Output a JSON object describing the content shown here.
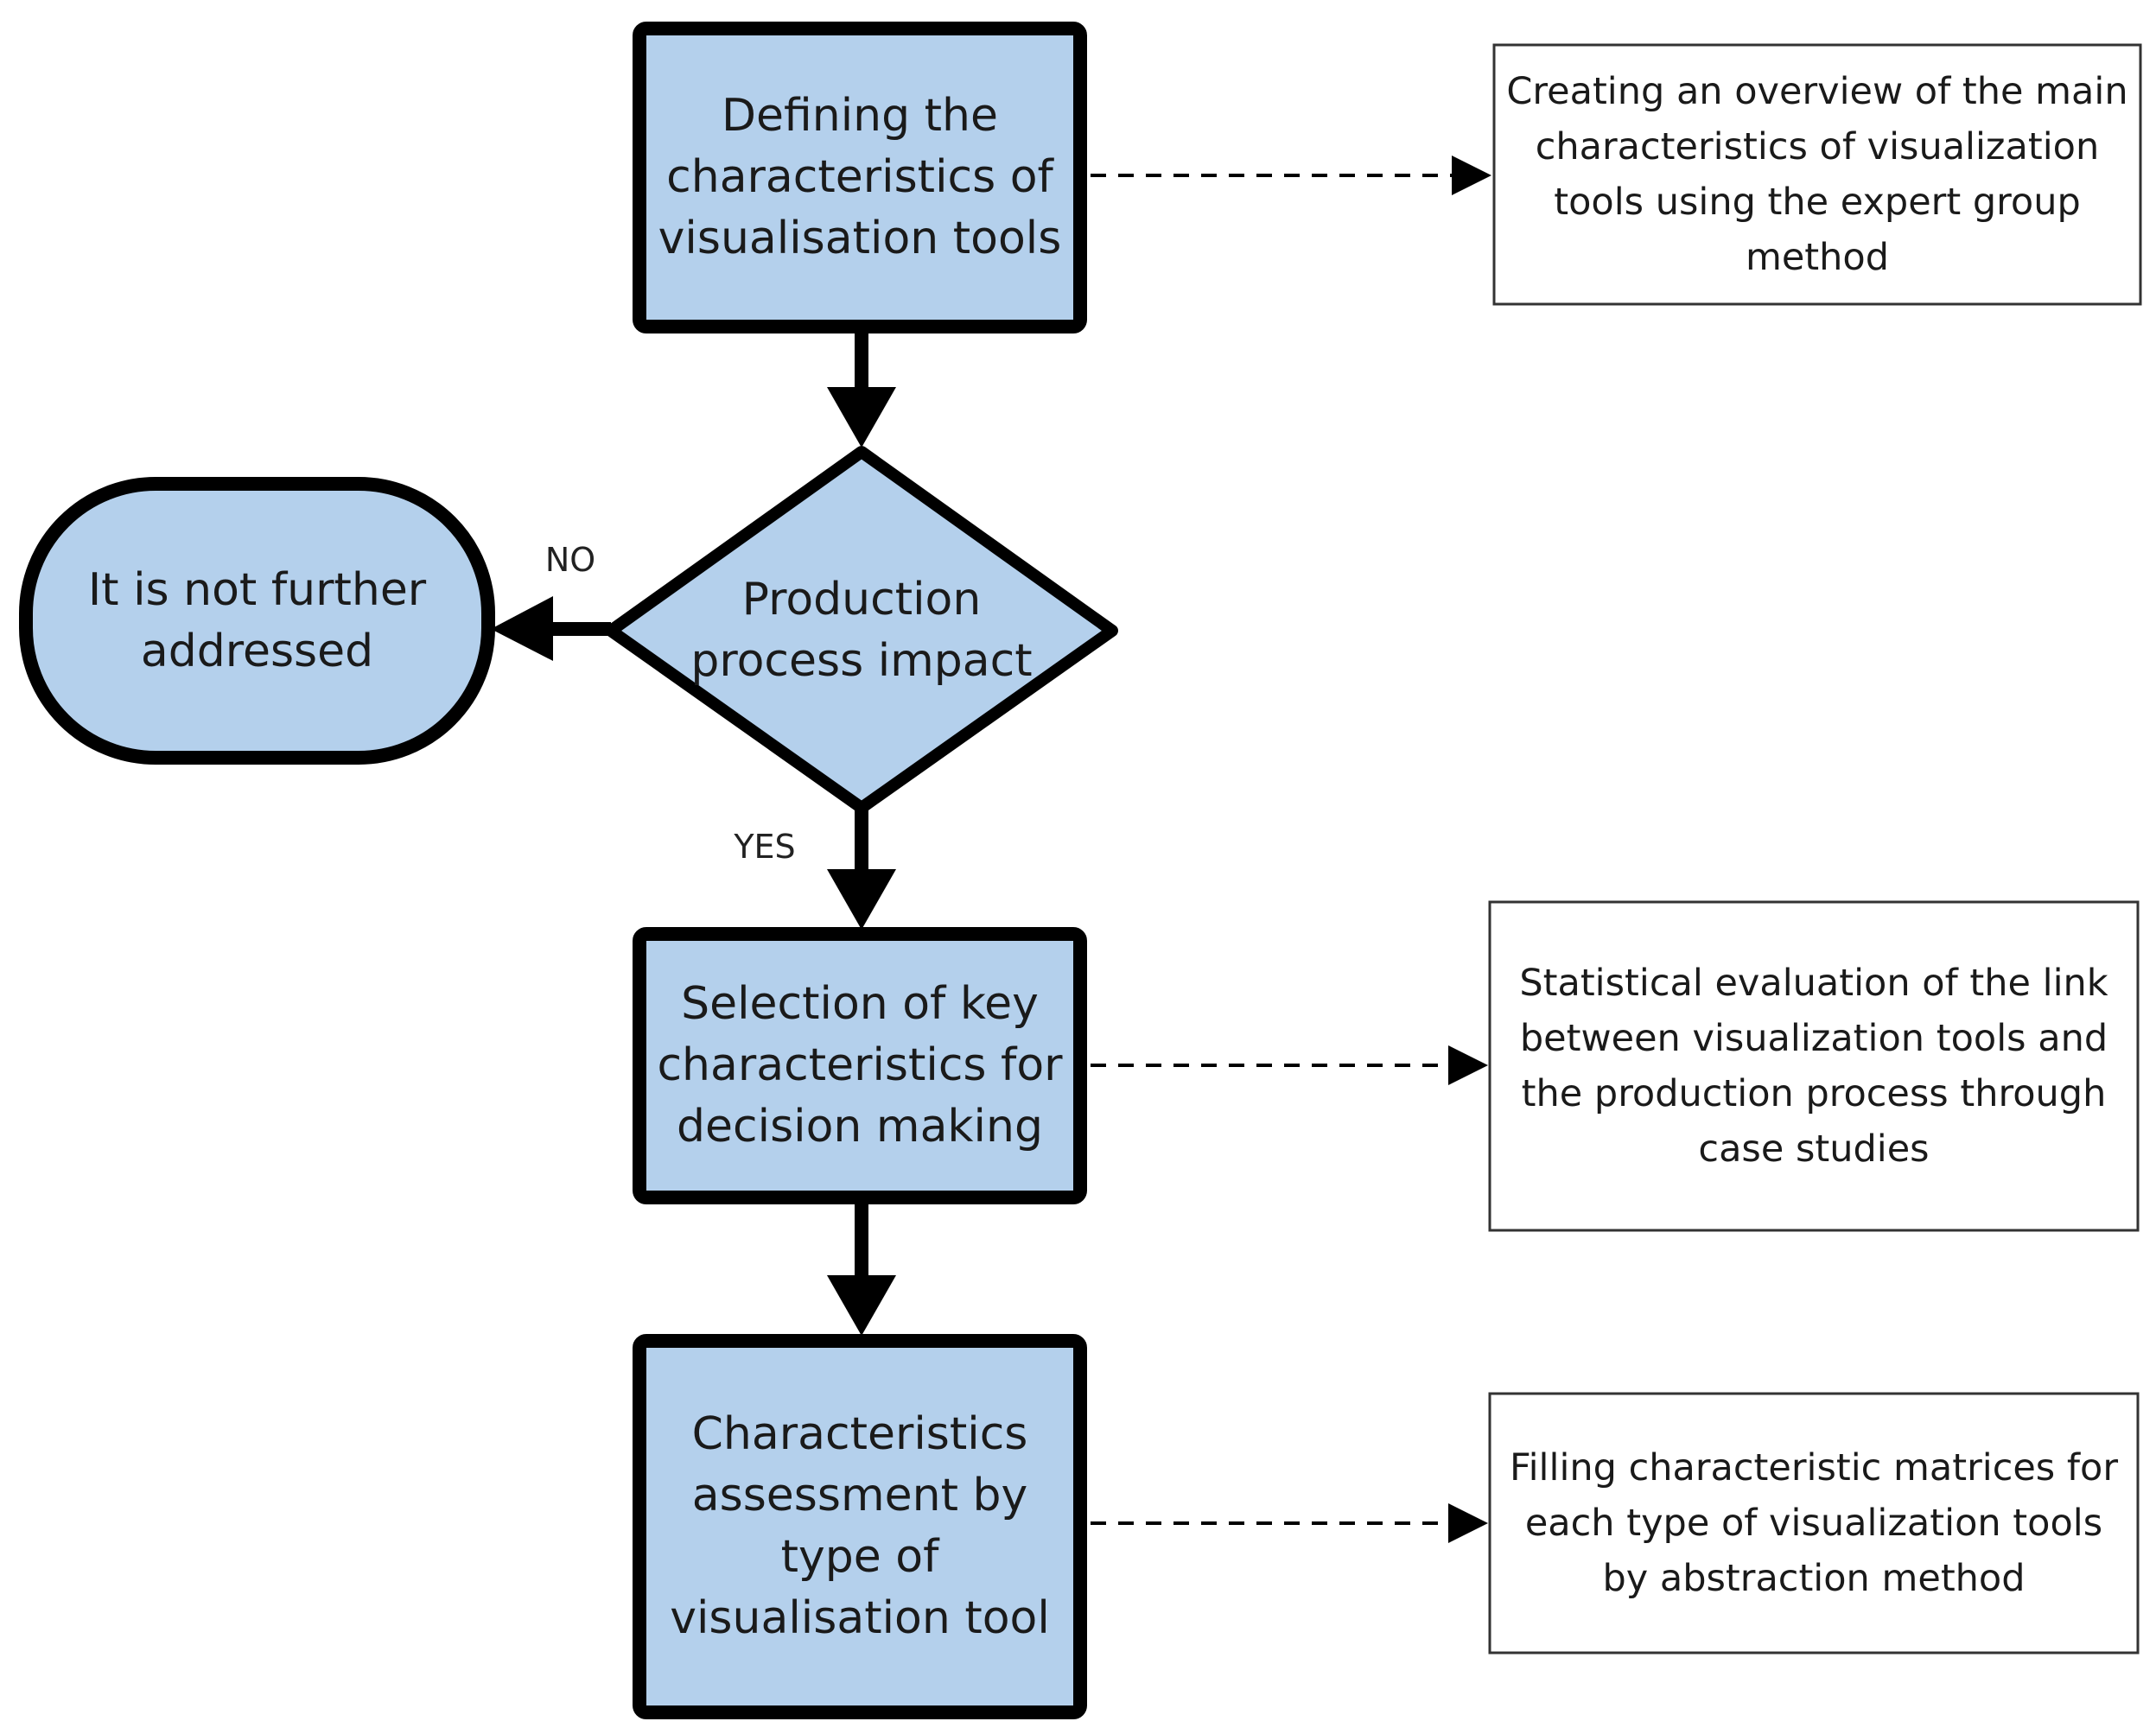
{
  "diagram": {
    "colors": {
      "fill": "#b4d0ec",
      "stroke": "#000000",
      "note_fill": "#ffffff",
      "note_stroke": "#333333"
    },
    "nodes": {
      "step1": "Defining the characteristics of visualisation tools",
      "decision": "Production process impact",
      "terminal": "It is not further addressed",
      "step2": "Selection of key characteristics for decision making",
      "step3": "Characteristics assessment by type of visualisation tool"
    },
    "notes": {
      "note1": "Creating an overview of the main characteristics of visualization tools using the expert group method",
      "note2": "Statistical evaluation of the link between visualization tools and the production process through case studies",
      "note3": "Filling characteristic matrices for each type of visualization tools by abstraction method"
    },
    "branch_labels": {
      "no": "NO",
      "yes": "YES"
    }
  }
}
